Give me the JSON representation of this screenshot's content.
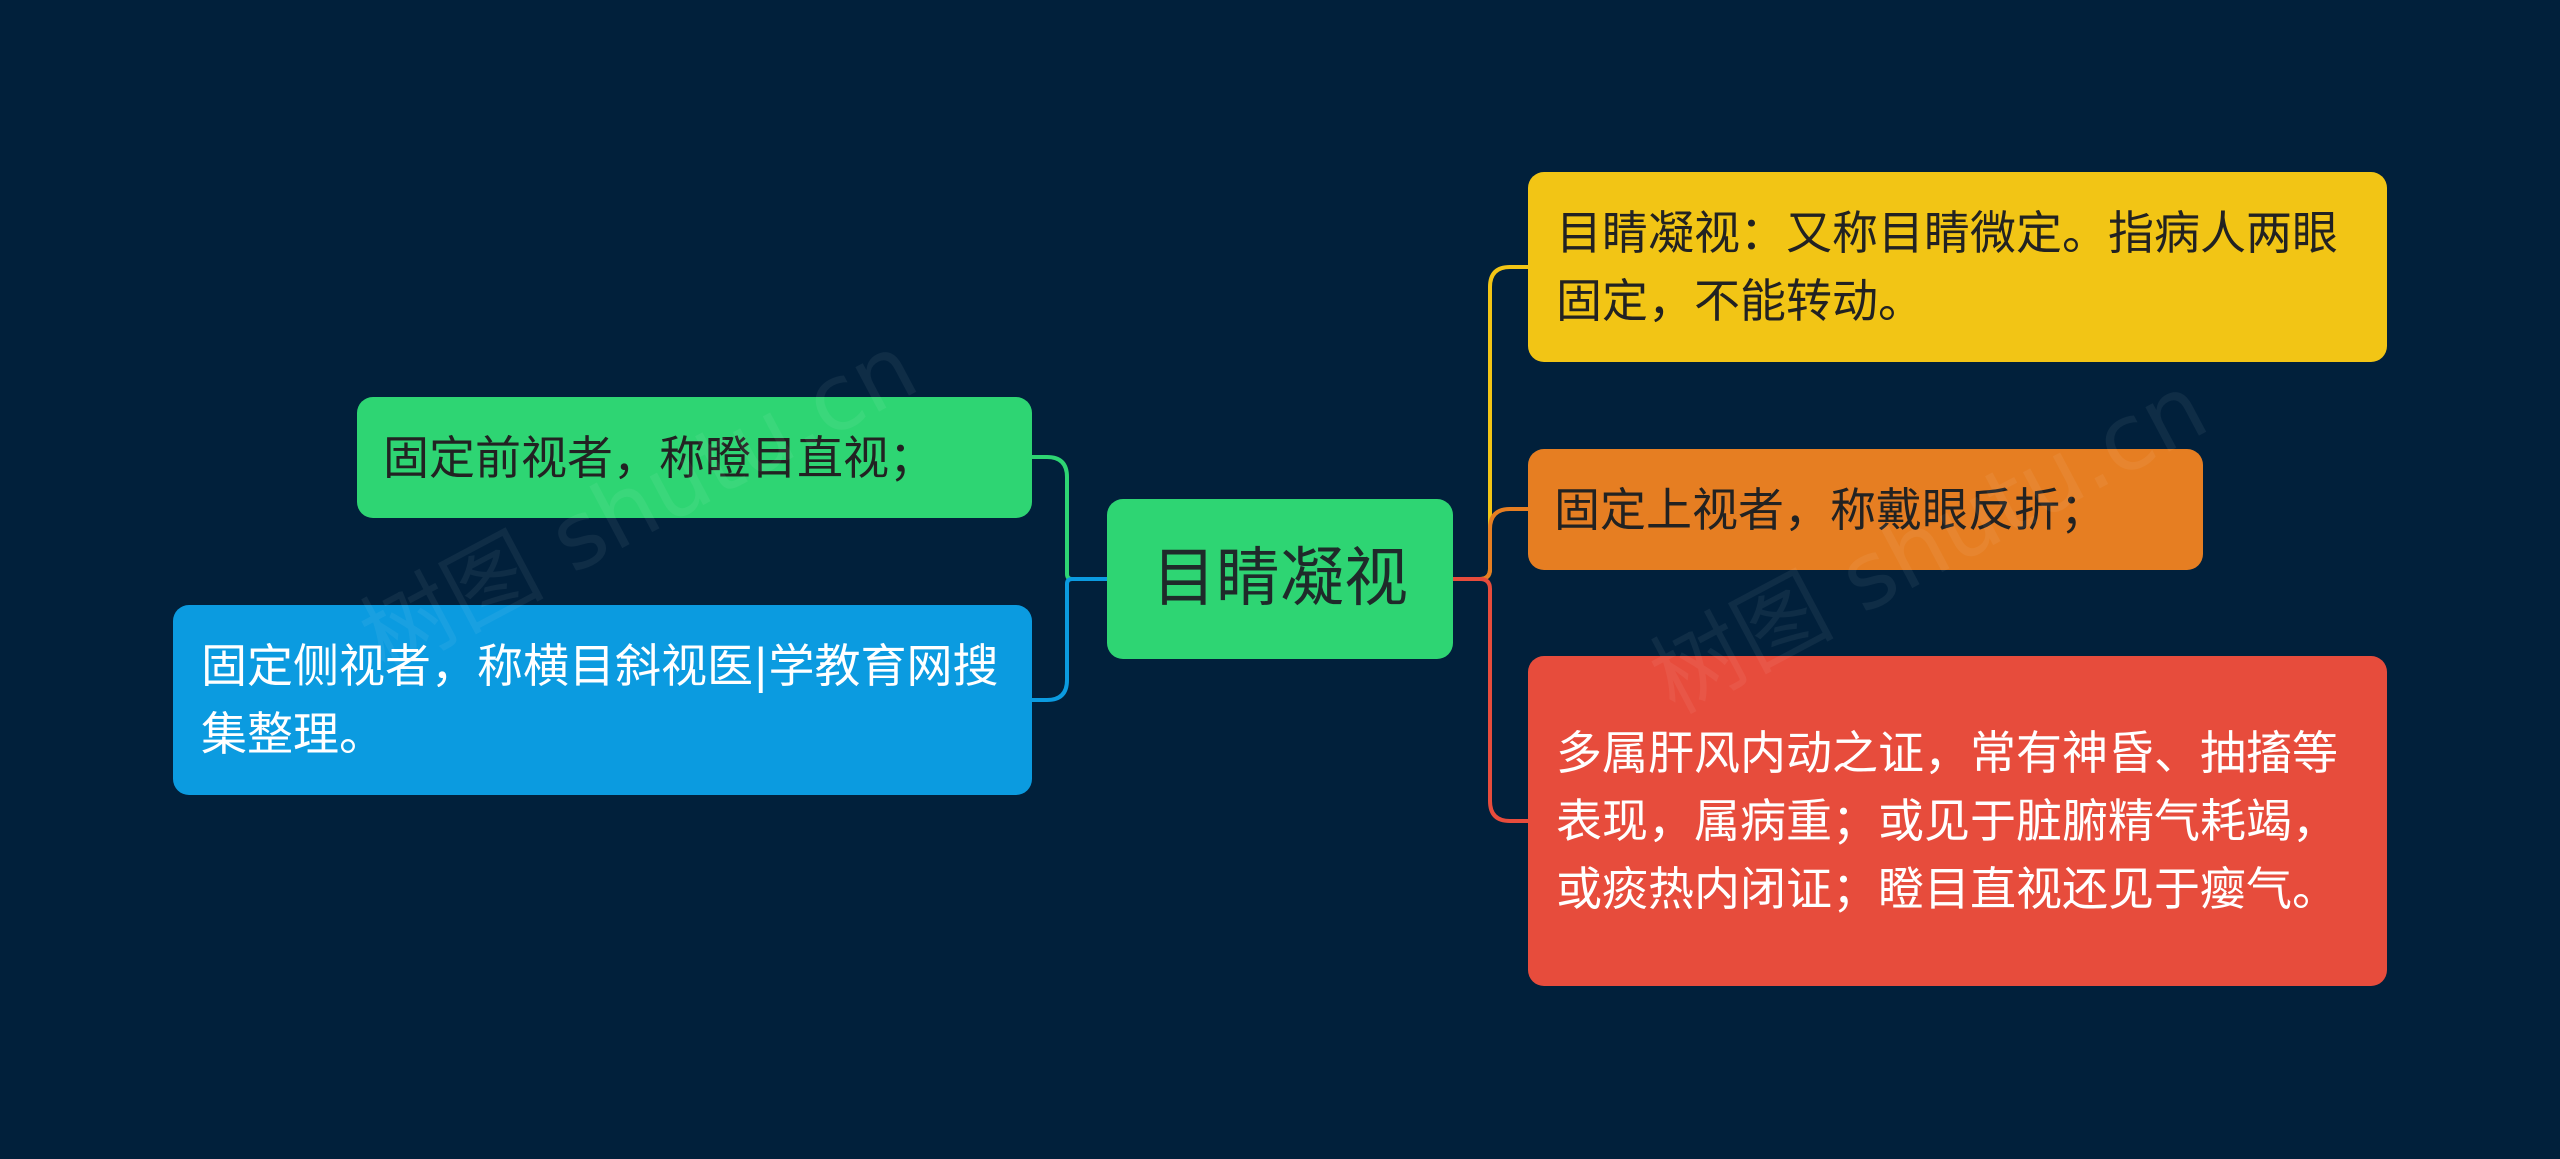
{
  "colors": {
    "background": "#01203b",
    "green": "#2ed573",
    "blue": "#0b9be0",
    "yellow": "#f2c515",
    "orange": "#e67e22",
    "red": "#e74c3c"
  },
  "mindmap": {
    "center": {
      "label": "目睛凝视",
      "color": "#2ed573"
    },
    "left": [
      {
        "label": "固定前视者，称瞪目直视；",
        "color": "#2ed573"
      },
      {
        "label": "固定侧视者，称横目斜视医|学教育网搜集整理。",
        "color": "#0b9be0"
      }
    ],
    "right": [
      {
        "label": "目睛凝视：又称目睛微定。指病人两眼固定，不能转动。",
        "color": "#f2c515"
      },
      {
        "label": "固定上视者，称戴眼反折；",
        "color": "#e67e22"
      },
      {
        "label": "多属肝风内动之证，常有神昏、抽搐等表现，属病重；或见于脏腑精气耗竭，或痰热内闭证；瞪目直视还见于瘿气。",
        "color": "#e74c3c"
      }
    ]
  },
  "watermarks": [
    "树图 shutu.cn",
    "树图 shutu.cn"
  ]
}
